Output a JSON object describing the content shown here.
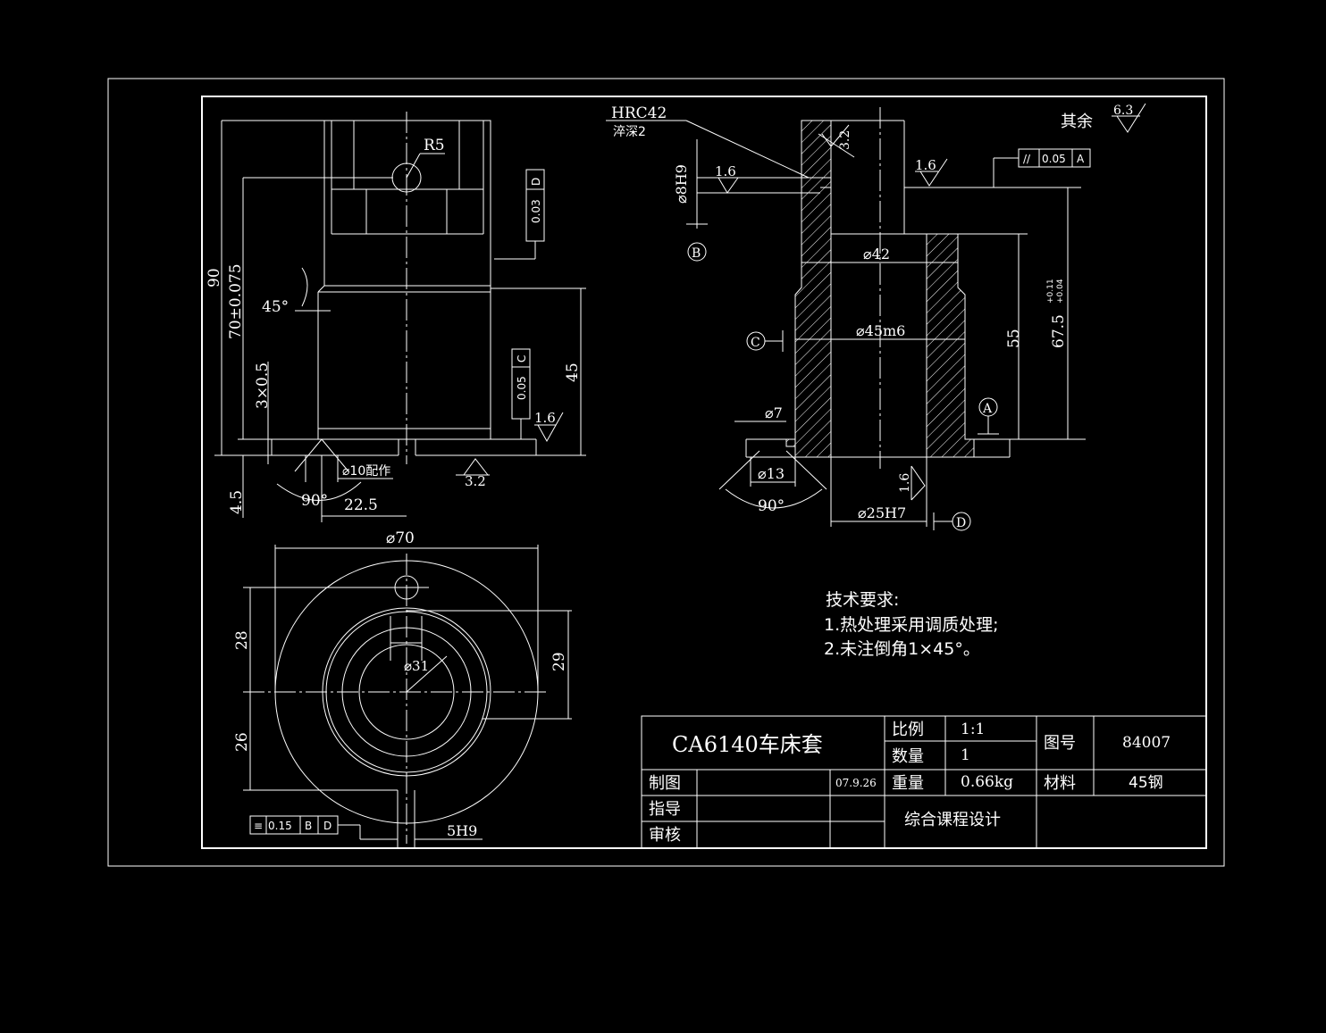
{
  "title_block": {
    "part_name": "CA6140车床套",
    "scale_label": "比例",
    "scale_value": "1:1",
    "qty_label": "数量",
    "qty_value": "1",
    "weight_label": "重量",
    "weight_value": "0.66kg",
    "drawing_no_label": "图号",
    "drawing_no_value": "84007",
    "material_label": "材料",
    "material_value": "45钢",
    "drawn_label": "制图",
    "drawn_date": "07.9.26",
    "guide_label": "指导",
    "review_label": "审核",
    "course": "综合课程设计"
  },
  "tech_req": {
    "heading": "技术要求:",
    "items": [
      "1.热处理采用调质处理;",
      "2.未注倒角1×45°。"
    ]
  },
  "front_view": {
    "r5": "R5",
    "dim_90": "90",
    "dim_70": "70±0.075",
    "dim_3x05": "3×0.5",
    "dim_45deg": "45°",
    "dim_45": "45",
    "dim_45_len": "4.5",
    "dim_90deg": "90°",
    "dim_225": "22.5",
    "hole_note": "⌀10配作",
    "rough_16": "1.6",
    "rough_32": "3.2",
    "tol_runout_d": "0.03",
    "tol_datum_d": "D",
    "tol_runout_c": "0.05",
    "tol_datum_c": "C"
  },
  "section_view": {
    "hrc": "HRC42",
    "depth": "淬深2",
    "rough_32": "3.2",
    "rough_16a": "1.6",
    "rough_16b": "1.6",
    "rough_16c": "1.6",
    "dia_8h9": "⌀8H9",
    "dia_42": "⌀42",
    "dia_45m6": "⌀45m6",
    "dia_7": "⌀7",
    "dia_13": "⌀13",
    "dia_25h7": "⌀25H7",
    "angle_90": "90°",
    "dim_55": "55",
    "dim_675": "67.5",
    "dim_675_tol_up": "+0.11",
    "dim_675_tol_dn": "+0.04",
    "parallel_tol": "0.05",
    "parallel_datum": "A",
    "datum_a": "A",
    "datum_b": "B",
    "datum_c": "C",
    "datum_d": "D",
    "other_rough_label": "其余",
    "other_rough_value": "6.3"
  },
  "top_view": {
    "dia_70": "⌀70",
    "dia_31": "⌀31",
    "dim_28": "28",
    "dim_26": "26",
    "dim_29": "29",
    "slot": "5H9",
    "sym_tol": "0.15",
    "sym_datum_b": "B",
    "sym_datum_d": "D"
  }
}
